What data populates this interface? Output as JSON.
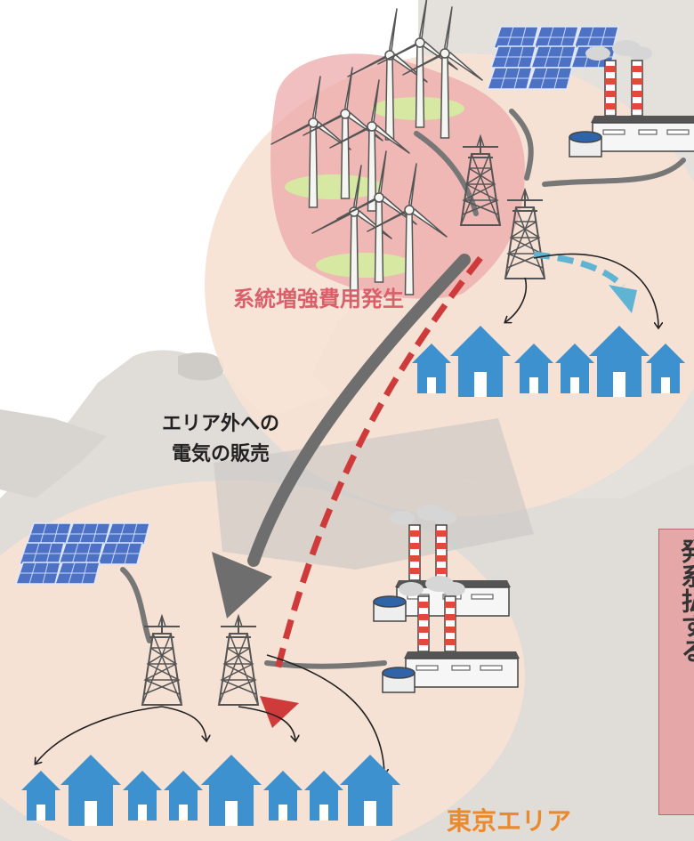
{
  "labels": {
    "grid_upgrade_cost": "系統増強費用発生",
    "sale_line1": "エリア外への",
    "sale_line2": "電気の販売",
    "tokyo_area": "東京エリア",
    "side_note": "発系払する"
  },
  "colors": {
    "region_fill": "#f7e2d4",
    "land": "#dcd8d4",
    "wind_zone": "#eca9a9",
    "house": "#3d91cf",
    "arrow_sale": "#6e6e6e",
    "arrow_flow": "#cf3a3a",
    "arrow_local": "#5fb3d3",
    "label_red": "#d9606a",
    "label_orange": "#ea8a2e"
  },
  "icons": [
    "wind-turbine-icon",
    "solar-panel-icon",
    "power-plant-icon",
    "transmission-tower-icon",
    "house-icon"
  ]
}
